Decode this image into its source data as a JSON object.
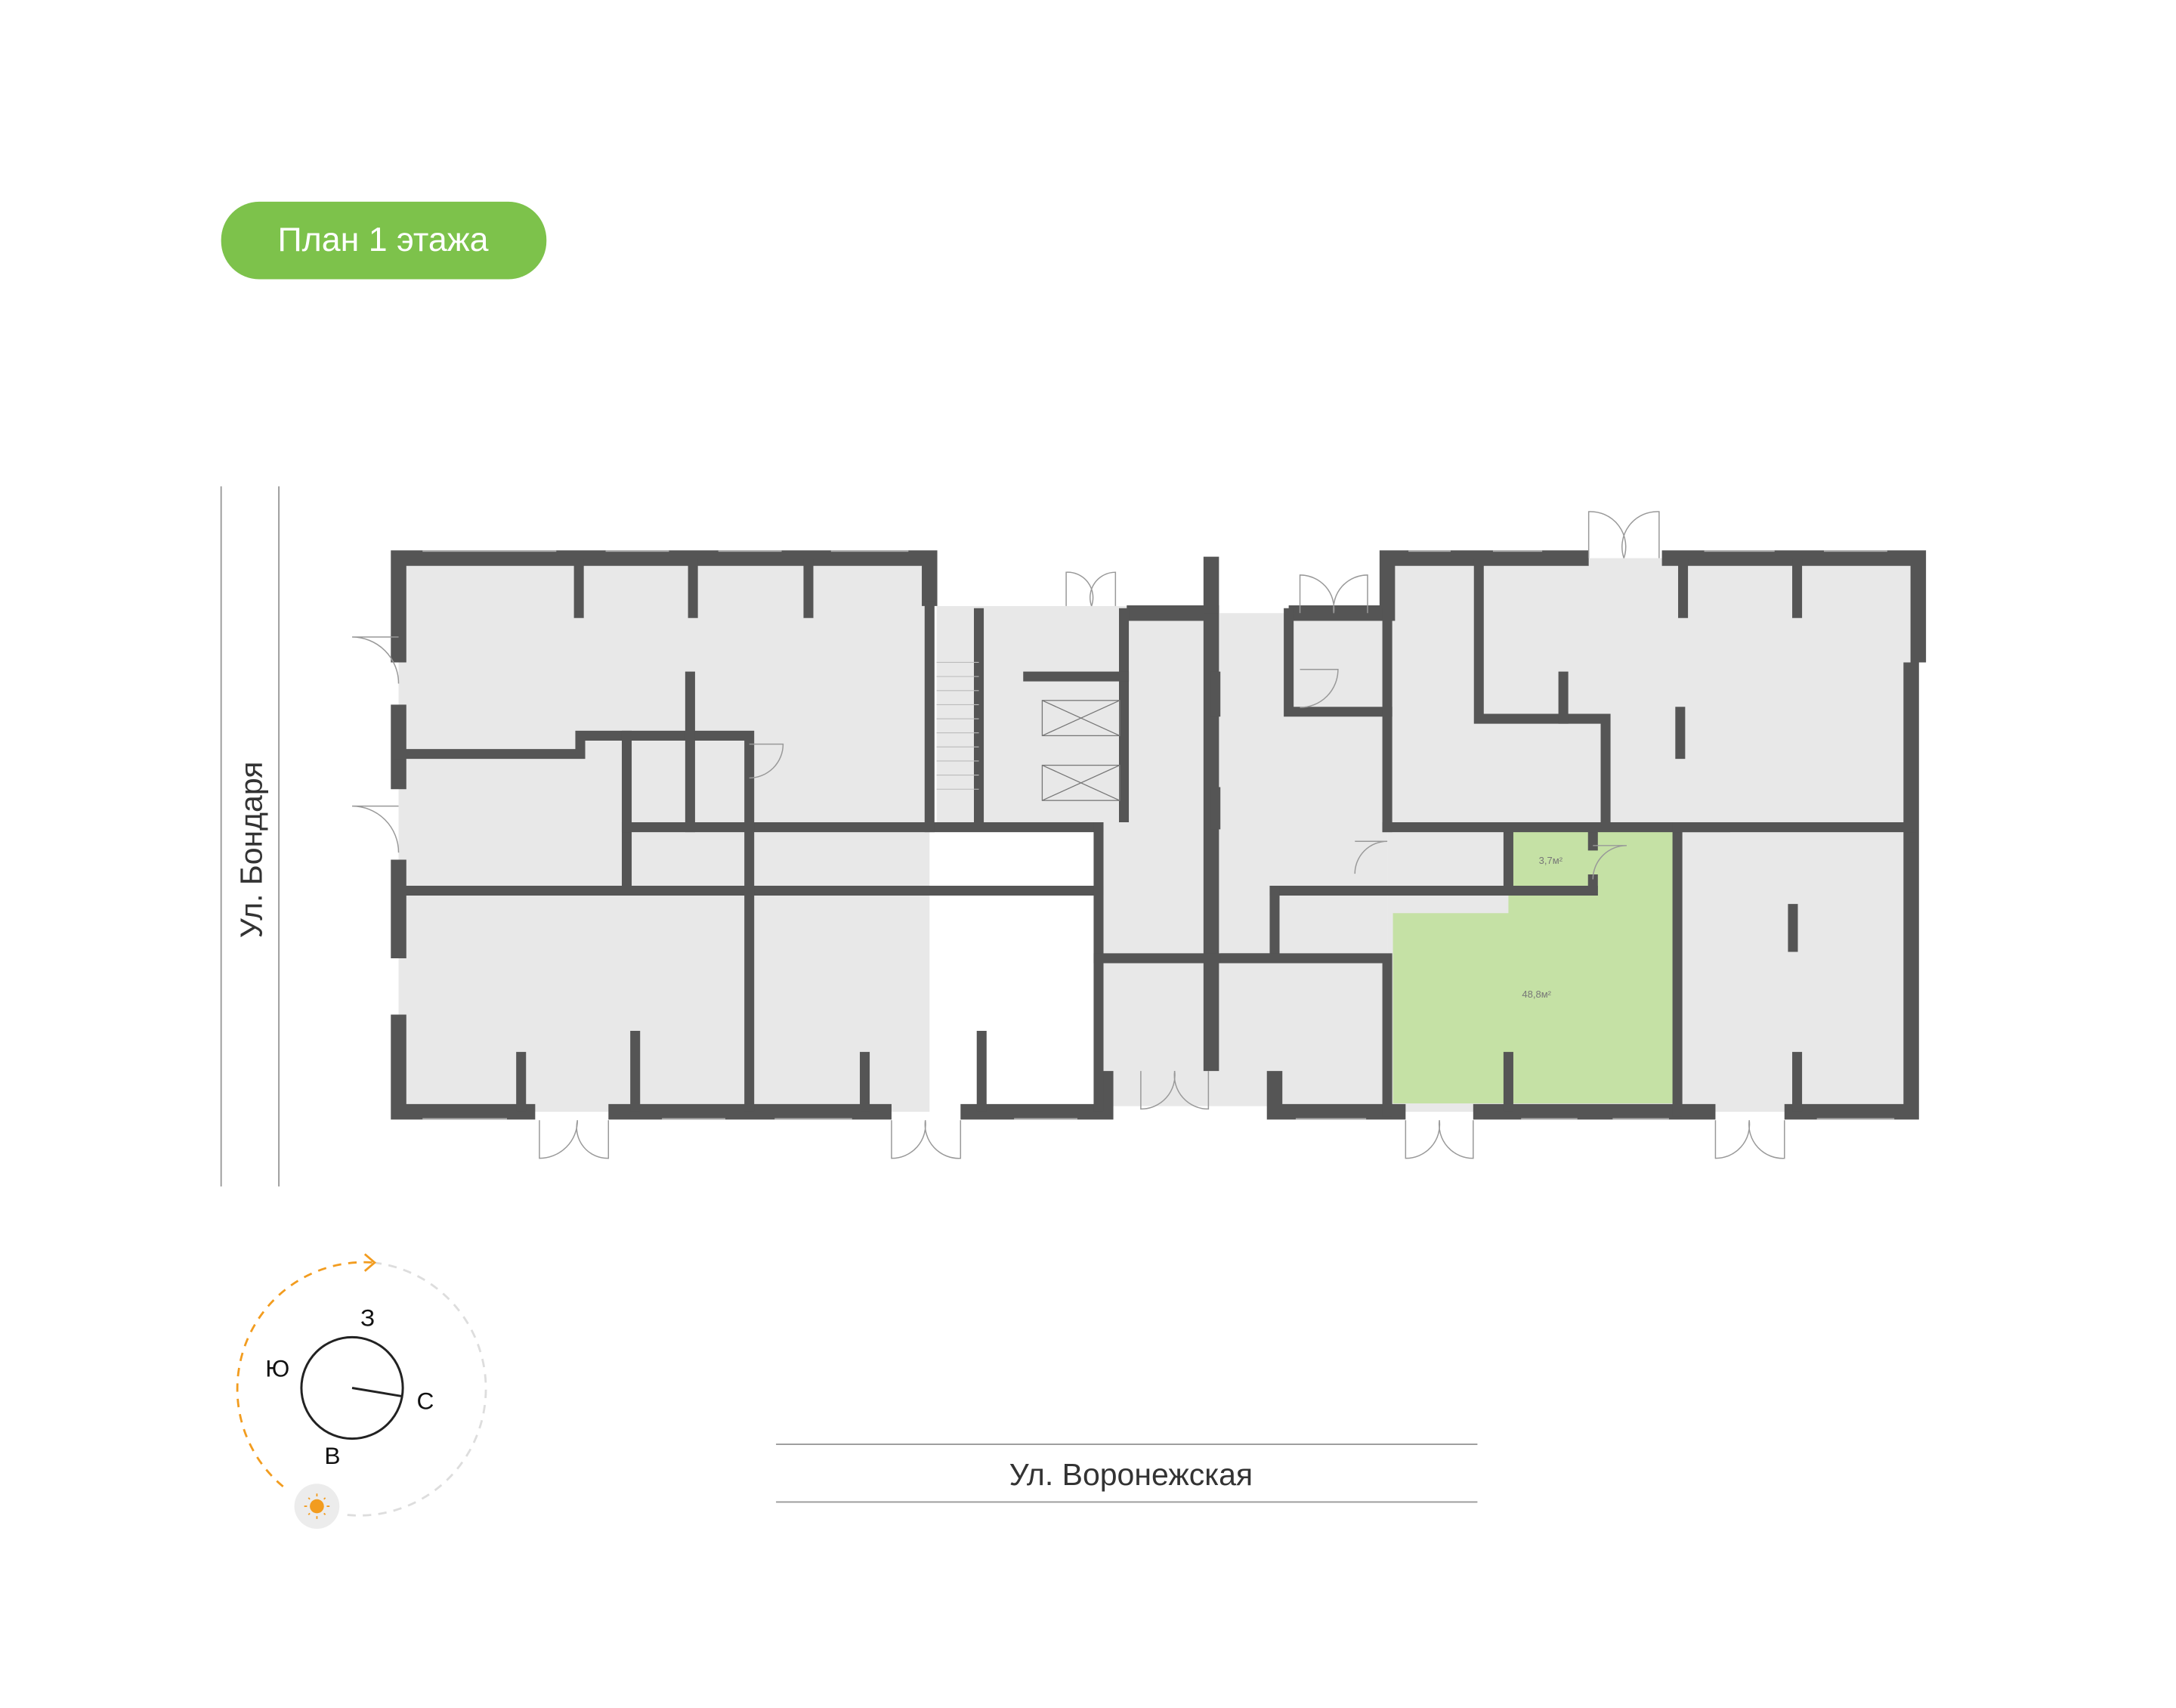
{
  "title": "План 1 этажа",
  "streets": {
    "left": "Ул. Бондаря",
    "bottom": "Ул. Воронежская"
  },
  "rooms": [
    {
      "area": "3,7м²",
      "selected": true
    },
    {
      "area": "48,8м²",
      "selected": true
    }
  ],
  "compass": {
    "north": "С",
    "south": "Ю",
    "east": "В",
    "west": "З"
  },
  "icons": {
    "sun": "sun-icon"
  },
  "colors": {
    "accent": "#7dc24b",
    "selected_room": "#c5e1a5",
    "wall": "#555555",
    "room": "#e8e8e8",
    "sun": "#f29c1f"
  }
}
